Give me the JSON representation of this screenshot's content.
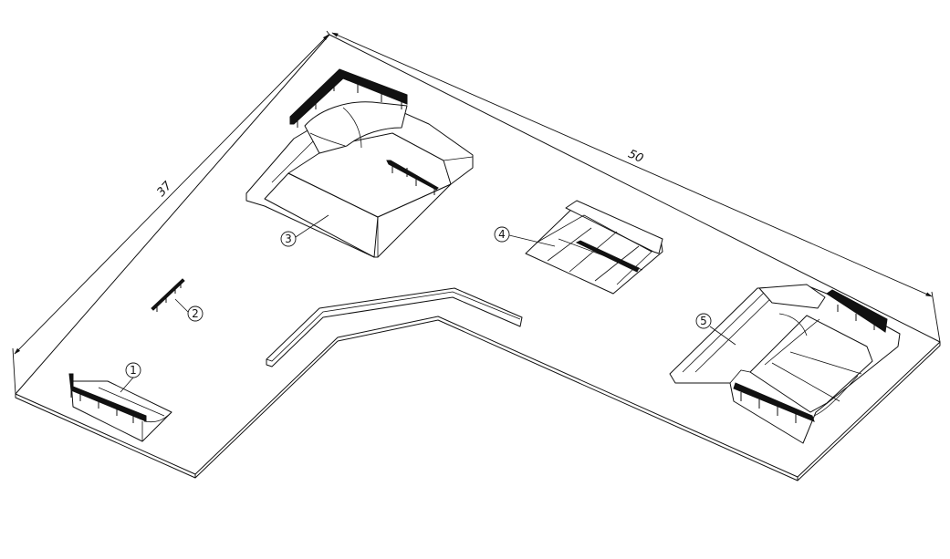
{
  "dimensions": {
    "length": "50",
    "width": "37"
  },
  "balloons": [
    "1",
    "2",
    "3",
    "4",
    "5"
  ]
}
